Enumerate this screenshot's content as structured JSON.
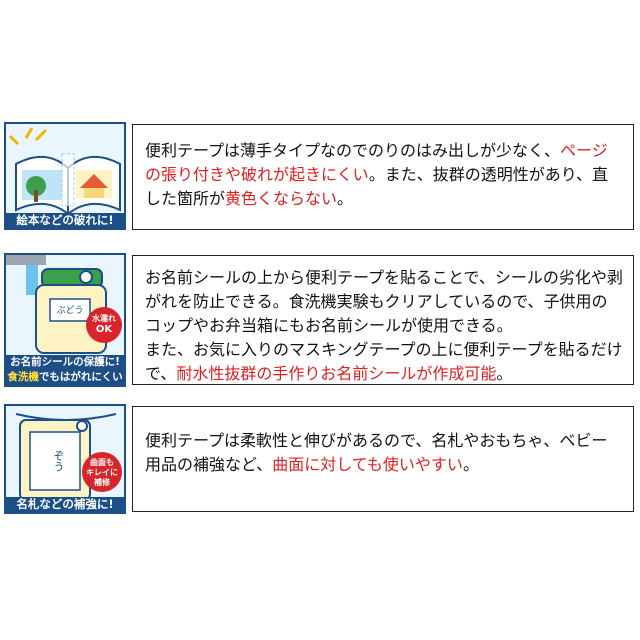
{
  "features": [
    {
      "caption": "絵本などの破れに!",
      "text_parts": [
        {
          "t": "便利テープは薄手タイプなのでのりのはみ出しが少なく、",
          "red": false
        },
        {
          "t": "ページの張り付きや破れが起きにくい",
          "red": true
        },
        {
          "t": "。また、抜群の透明性があり、直した箇所が",
          "red": false
        },
        {
          "t": "黄色くならない",
          "red": true
        },
        {
          "t": "。",
          "red": false
        }
      ]
    },
    {
      "badge_line1": "水濡れ",
      "badge_line2": "OK",
      "label_tag": "ぶどう",
      "caption_line1": "お名前シールの保護に!",
      "caption_line2_highlight": "食洗機",
      "caption_line2_rest": "でもはがれにくい",
      "text_parts": [
        {
          "t": "お名前シールの上から便利テープを貼ることで、シールの劣化や剥がれを防止できる。食洗機実験もクリアしているので、子供用のコップやお弁当箱にもお名前シールが使用できる。",
          "red": false
        },
        {
          "t": "\nまた、お気に入りのマスキングテープの上に便利テープを貼るだけで、",
          "red": false
        },
        {
          "t": "耐水性抜群の手作りお名前シールが作成可能",
          "red": true
        },
        {
          "t": "。",
          "red": false
        }
      ]
    },
    {
      "badge_line1": "曲面も",
      "badge_line2": "キレイに",
      "badge_line3": "補修",
      "label_tag": "ぞう",
      "caption": "名札などの補強に!",
      "text_parts": [
        {
          "t": "便利テープは柔軟性と伸びがあるので、名札やおもちゃ、ベビー用品の補強など、",
          "red": false
        },
        {
          "t": "曲面に対しても使いやすい",
          "red": true
        },
        {
          "t": "。",
          "red": false
        }
      ]
    }
  ],
  "colors": {
    "navy": "#1b4f86",
    "red": "#e02020",
    "yellow": "#ffe033",
    "badge_red": "#d9242b"
  }
}
